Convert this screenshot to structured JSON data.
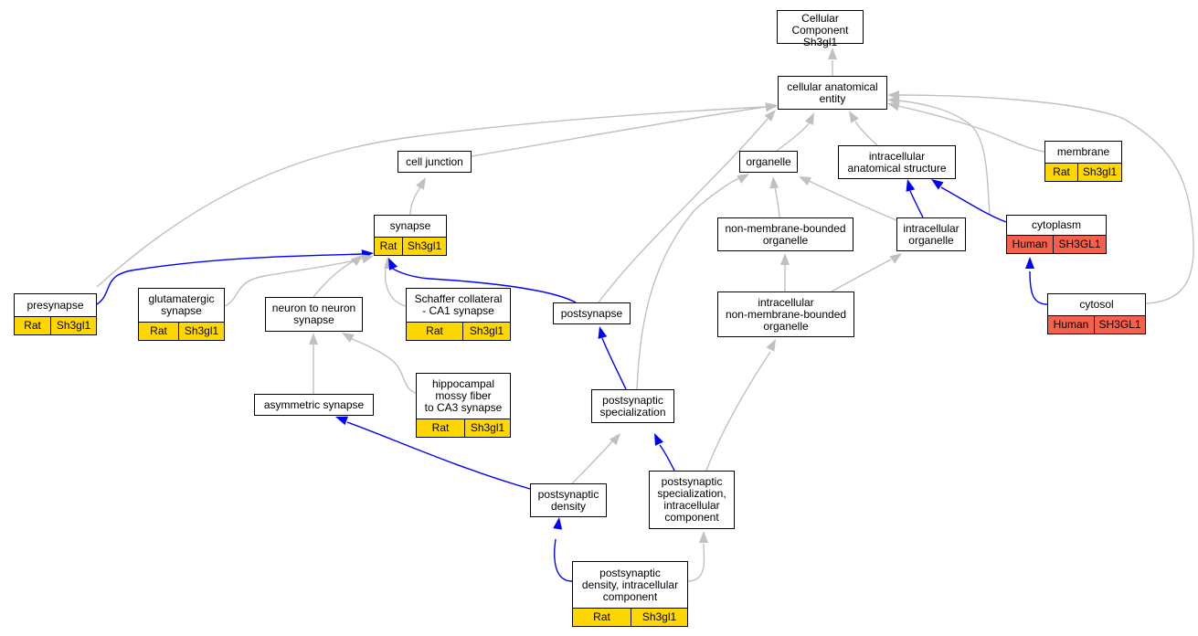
{
  "colors": {
    "rat": "#ffd700",
    "human": "#f4604c",
    "edge_gray": "#c0c0c0",
    "edge_blue": "#0000ff"
  },
  "nodes": {
    "root": {
      "label": "Cellular Component\nSh3gl1"
    },
    "cae": {
      "label": "cellular anatomical\nentity"
    },
    "cell_junction": {
      "label": "cell junction"
    },
    "organelle": {
      "label": "organelle"
    },
    "ias": {
      "label": "intracellular\nanatomical structure"
    },
    "membrane": {
      "label": "membrane",
      "species": "Rat",
      "gene": "Sh3gl1"
    },
    "synapse": {
      "label": "synapse",
      "species": "Rat",
      "gene": "Sh3gl1"
    },
    "nmbo": {
      "label": "non-membrane-bounded\norganelle"
    },
    "io": {
      "label": "intracellular\norganelle"
    },
    "cytoplasm": {
      "label": "cytoplasm",
      "species": "Human",
      "gene": "SH3GL1"
    },
    "presynapse": {
      "label": "presynapse",
      "species": "Rat",
      "gene": "Sh3gl1"
    },
    "glutamatergic": {
      "label": "glutamatergic\nsynapse",
      "species": "Rat",
      "gene": "Sh3gl1"
    },
    "n2n": {
      "label": "neuron to neuron\nsynapse"
    },
    "schaffer": {
      "label": "Schaffer collateral\n- CA1 synapse",
      "species": "Rat",
      "gene": "Sh3gl1"
    },
    "postsynapse": {
      "label": "postsynapse"
    },
    "inmbo": {
      "label": "intracellular\nnon-membrane-bounded\norganelle"
    },
    "cytosol": {
      "label": "cytosol",
      "species": "Human",
      "gene": "SH3GL1"
    },
    "hippocampal": {
      "label": "hippocampal\nmossy fiber\nto CA3 synapse",
      "species": "Rat",
      "gene": "Sh3gl1"
    },
    "asymmetric": {
      "label": "asymmetric synapse"
    },
    "ps_spec": {
      "label": "postsynaptic\nspecialization"
    },
    "ps_density": {
      "label": "postsynaptic\ndensity"
    },
    "ps_spec_ic": {
      "label": "postsynaptic\nspecialization,\nintracellular\ncomponent"
    },
    "ps_density_ic": {
      "label": "postsynaptic\ndensity, intracellular\ncomponent",
      "species": "Rat",
      "gene": "Sh3gl1"
    }
  }
}
